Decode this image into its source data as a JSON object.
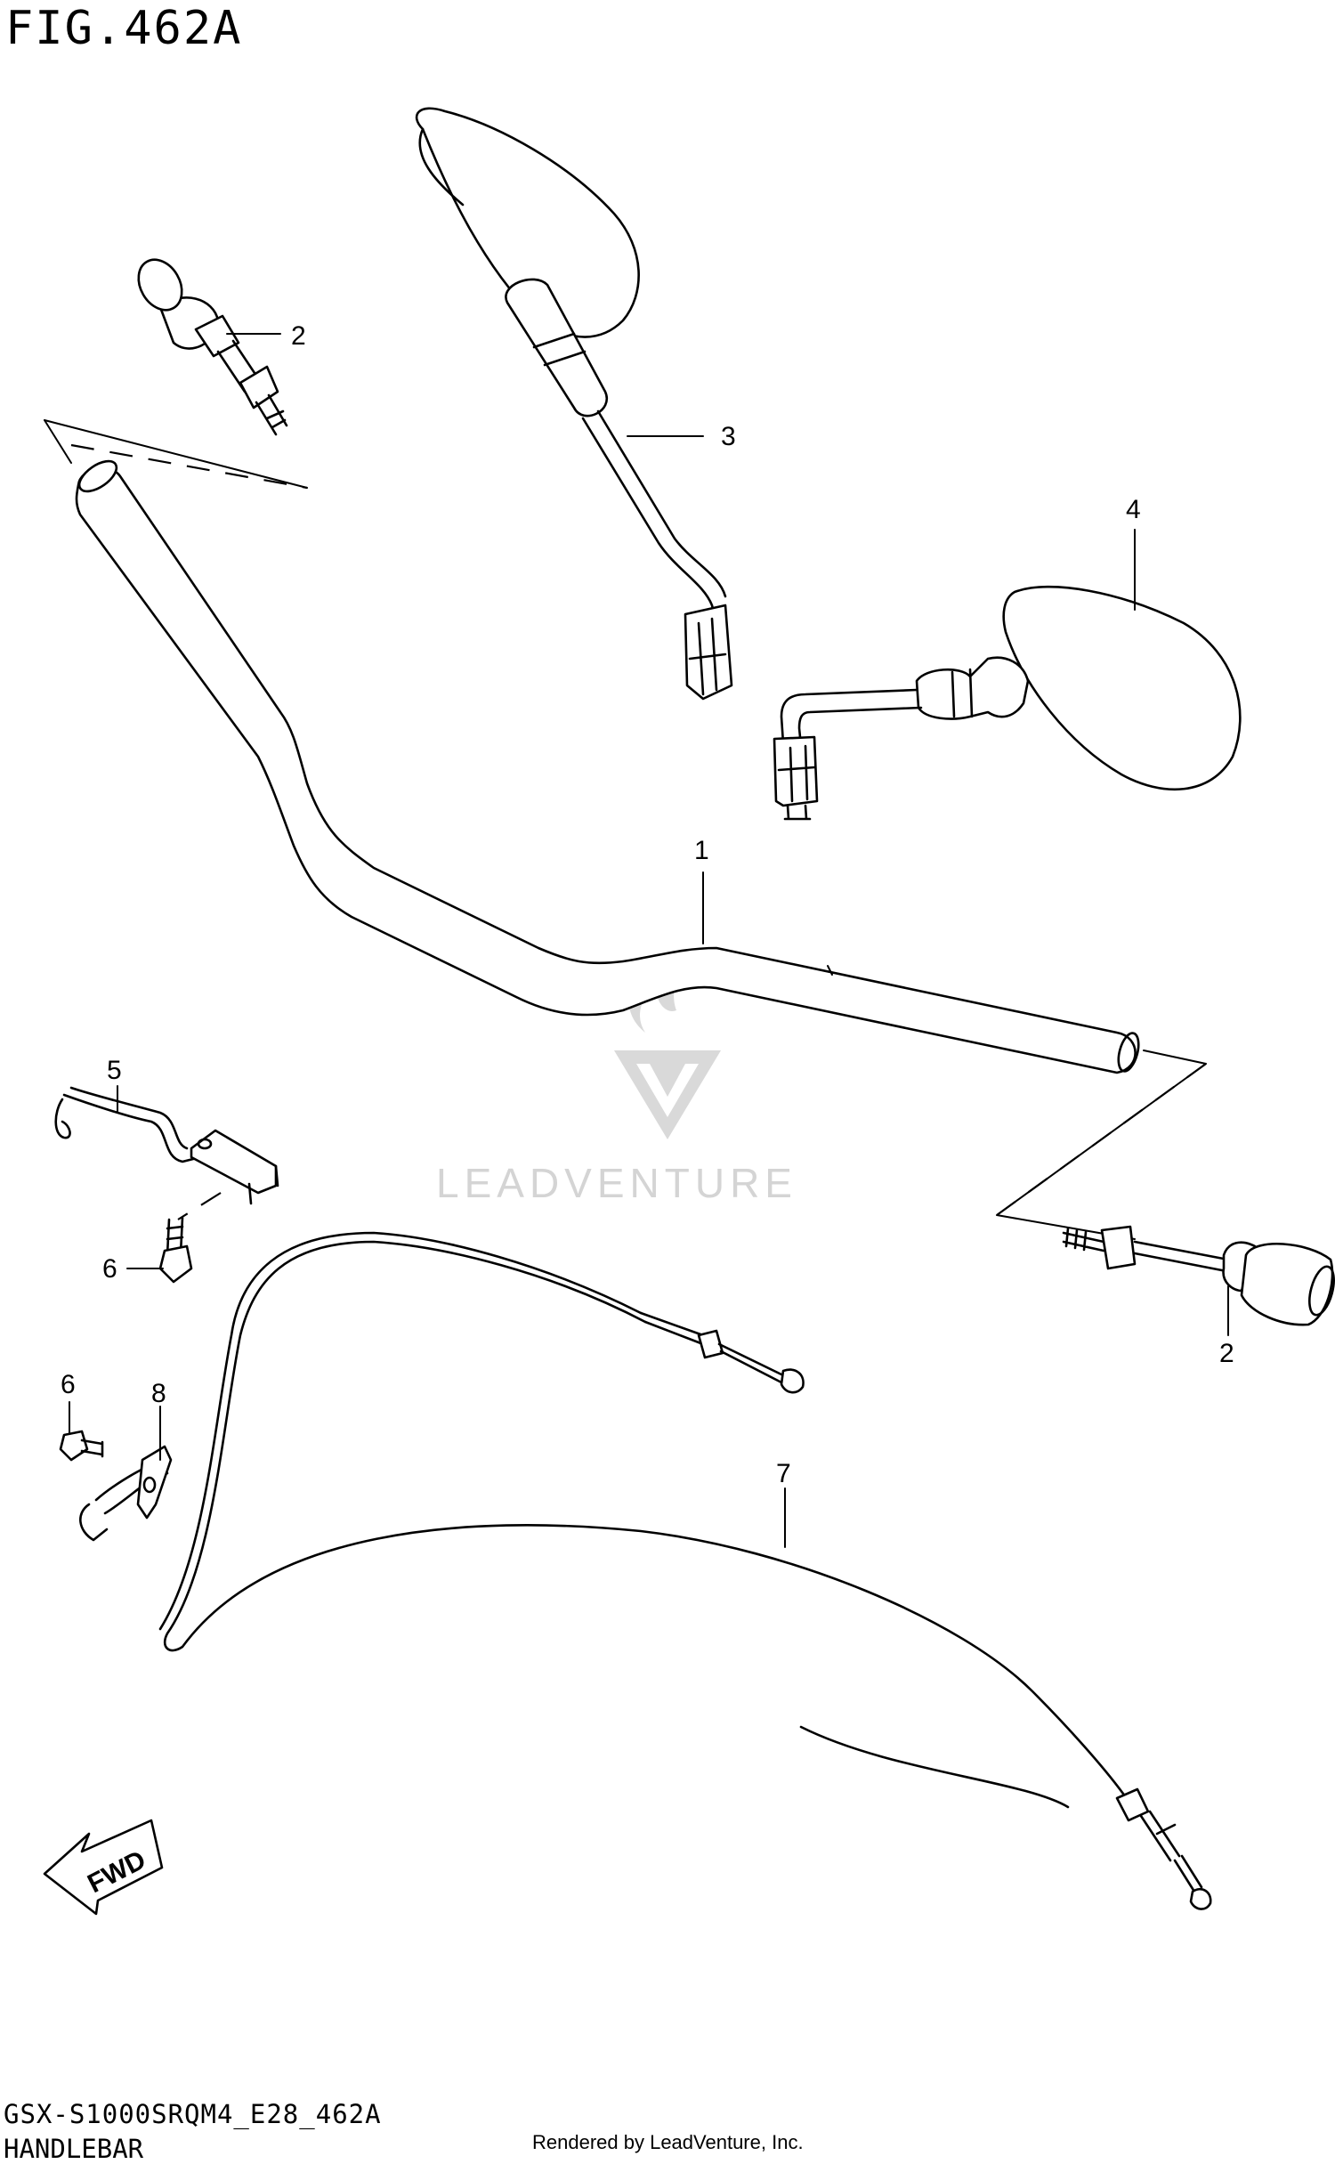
{
  "figure": {
    "title": "FIG.462A",
    "model_code": "GSX-S1000SRQM4_E28_462A",
    "section": "HANDLEBAR",
    "credit": "Rendered by LeadVenture, Inc."
  },
  "callouts": [
    "1",
    "2",
    "3",
    "4",
    "5",
    "6",
    "7",
    "8"
  ],
  "fwd_label": "FWD",
  "watermark": "LEADVENTURE"
}
